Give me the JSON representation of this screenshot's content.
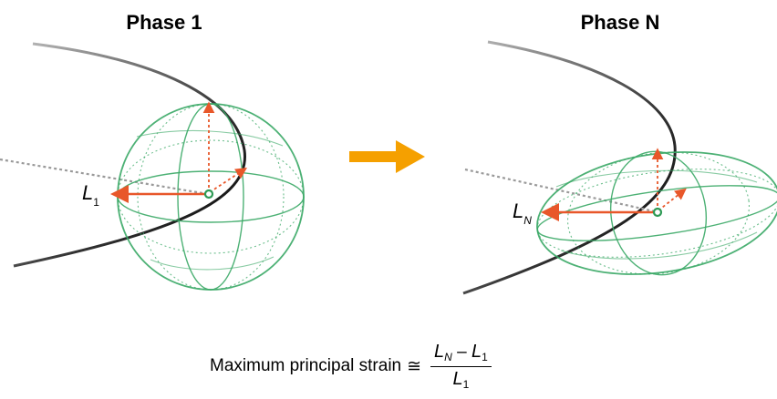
{
  "panels": {
    "left": {
      "title": "Phase 1",
      "length_label": "L",
      "length_sub": "1"
    },
    "right": {
      "title": "Phase N",
      "length_label": "L",
      "length_sub": "N"
    }
  },
  "transition_arrow_color": "#F5A000",
  "colors": {
    "sphere": "#3aa866",
    "vector": "#e8572a",
    "curve": "#111111"
  },
  "formula": {
    "prefix": "Maximum principal strain",
    "approx_symbol": "≅",
    "numerator_a": "L",
    "numerator_a_sub": "N",
    "minus": " – ",
    "numerator_b": "L",
    "numerator_b_sub": "1",
    "denominator": "L",
    "denominator_sub": "1"
  }
}
